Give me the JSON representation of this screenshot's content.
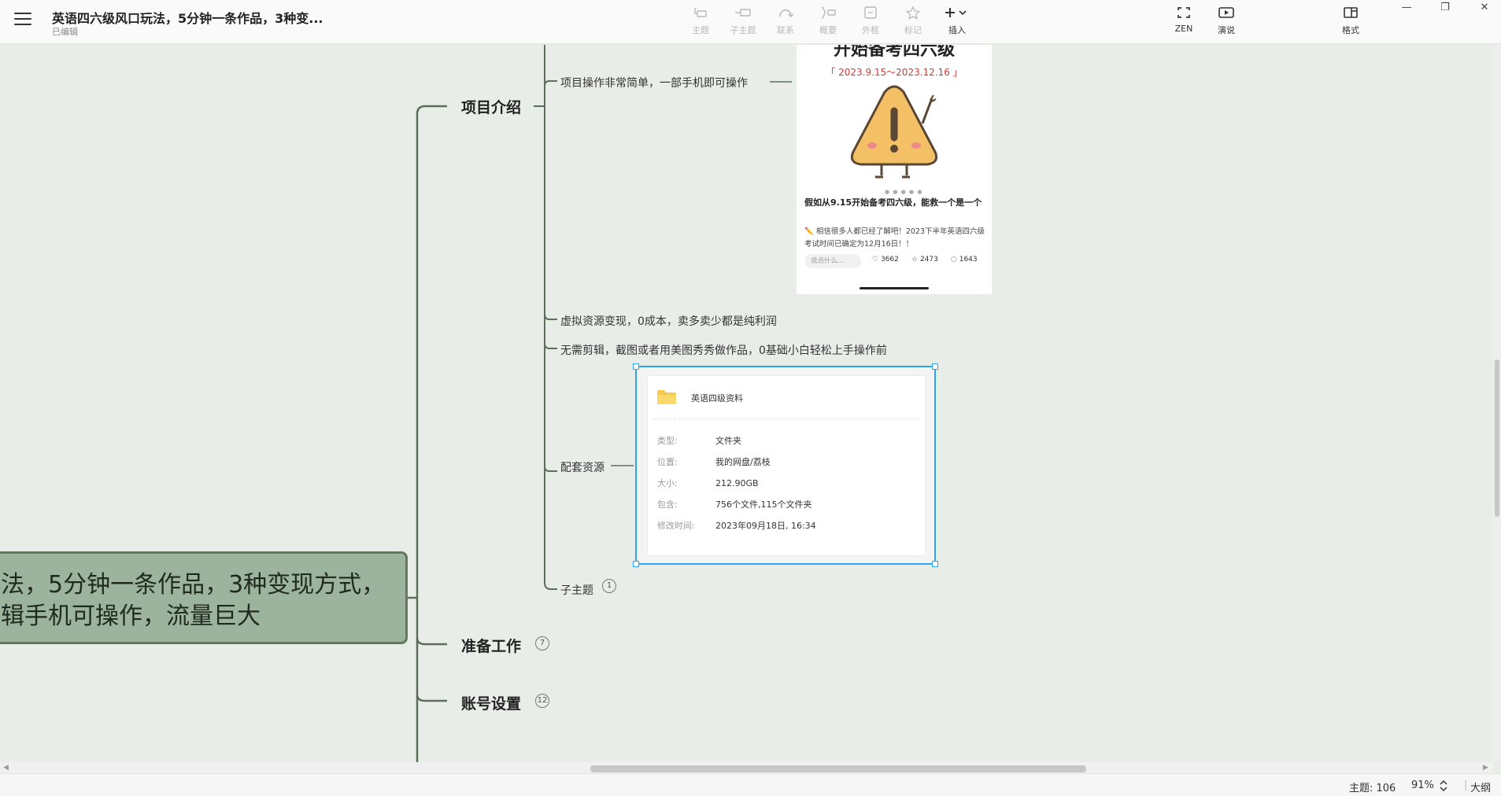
{
  "header": {
    "title": "英语四六级风口玩法，5分钟一条作品，3种变...",
    "status": "已编辑"
  },
  "toolbar": {
    "topic": {
      "label": "主题",
      "icon": "topic-icon"
    },
    "subtopic": {
      "label": "子主题",
      "icon": "subtopic-icon"
    },
    "relationship": {
      "label": "联系",
      "icon": "relationship-icon"
    },
    "summary": {
      "label": "概要",
      "icon": "summary-icon"
    },
    "boundary": {
      "label": "外框",
      "icon": "boundary-icon"
    },
    "marker": {
      "label": "标记",
      "icon": "star-icon"
    },
    "insert": {
      "label": "插入",
      "icon": "plus-icon"
    },
    "zen": {
      "label": "ZEN",
      "icon": "fullscreen-icon"
    },
    "present": {
      "label": "演说",
      "icon": "play-icon"
    },
    "format": {
      "label": "格式",
      "icon": "panel-icon"
    }
  },
  "mindmap": {
    "central_line1": "法，5分钟一条作品，3种变现方式，",
    "central_line2": "辑手机可操作，流量巨大",
    "branches": {
      "intro": "项目介绍",
      "prep": "准备工作",
      "account": "账号设置"
    },
    "badges": {
      "subtopic": "1",
      "prep": "7",
      "account": "12"
    },
    "subtopics": {
      "s1": "项目操作非常简单，一部手机即可操作",
      "s2": "虚拟资源变现，0成本，卖多卖少都是纯利润",
      "s3": "无需剪辑，截图或者用美图秀秀做作品，0基础小白轻松上手操作前",
      "s4": "配套资源",
      "s5": "子主题"
    }
  },
  "image_card": {
    "heading": "开始备考四六级",
    "date_range": "「 2023.9.15～2023.12.16 」",
    "post_title": "假如从9.15开始备考四六级，能救一个是一个",
    "post_body": "✏️ 相信很多人都已经了解吧！2023下半年英语四六级考试时间已确定为12月16日！！",
    "comment_placeholder": "说点什么...",
    "likes": "3662",
    "stars": "2473",
    "comments": "1643"
  },
  "file_card": {
    "name": "英语四级资料",
    "type_label": "类型:",
    "type": "文件夹",
    "location_label": "位置:",
    "location": "我的网盘/荔枝",
    "size_label": "大小:",
    "size": "212.90GB",
    "contains_label": "包含:",
    "contains": "756个文件,115个文件夹",
    "modified_label": "修改时间:",
    "modified": "2023年09月18日, 16:34"
  },
  "statusbar": {
    "topic_count": "主题: 106",
    "zoom": "91%",
    "outline": "大纲"
  },
  "colors": {
    "canvas": "#e8ede8",
    "central_fill": "#9cb39e",
    "central_border": "#64775f",
    "line": "#5d6e5b",
    "selection": "#2aa7f0"
  }
}
